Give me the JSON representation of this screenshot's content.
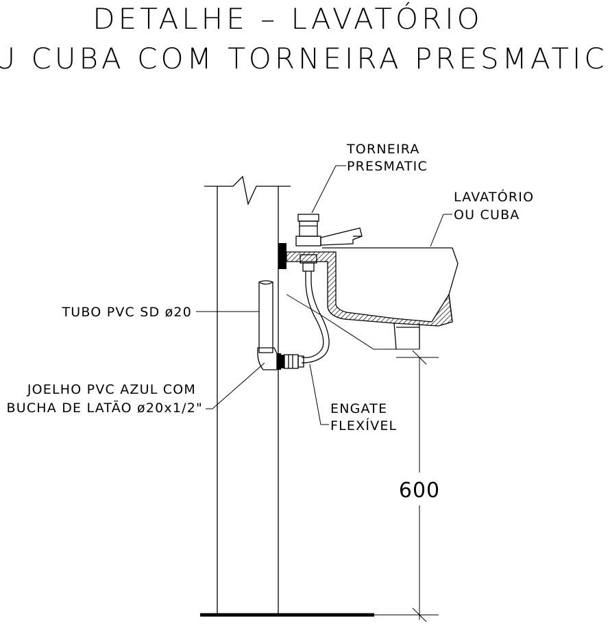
{
  "title": {
    "line1": "DETALHE – LAVATÓRIO",
    "line2": "OU CUBA COM TORNEIRA PRESMATIC"
  },
  "labels": {
    "torneira_line1": "TORNEIRA",
    "torneira_line2": "PRESMATIC",
    "lavatorio_line1": "LAVATÓRIO",
    "lavatorio_line2": "OU CUBA",
    "tubo": "TUBO PVC SD ø20",
    "joelho_line1": "JOELHO PVC AZUL COM",
    "joelho_line2": "BUCHA DE LATÃO ø20x1/2\"",
    "engate_line1": "ENGATE",
    "engate_line2": "FLEXÍVEL"
  },
  "dimension": {
    "height_value": "600"
  }
}
